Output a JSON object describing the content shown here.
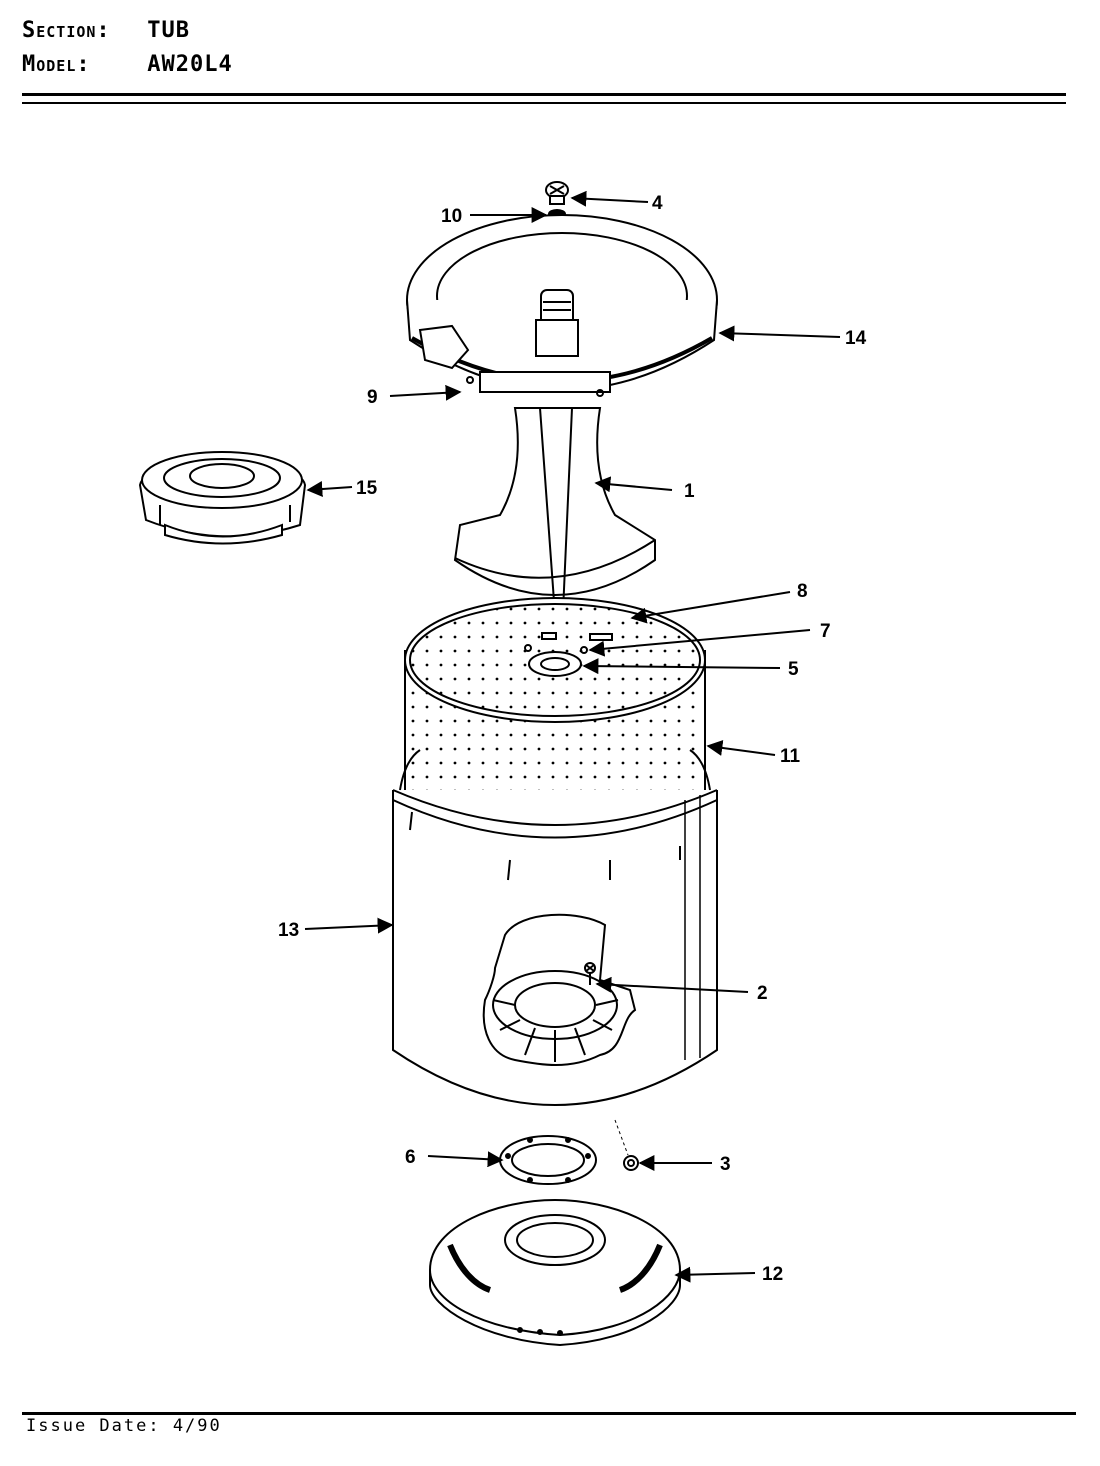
{
  "header": {
    "section_label": "Section:",
    "section_value": "TUB",
    "model_label": "Model:",
    "model_value": "AW20L4"
  },
  "footer": {
    "issue_date": "Issue Date: 4/90"
  },
  "callouts": {
    "c1": "1",
    "c2": "2",
    "c3": "3",
    "c4": "4",
    "c5": "5",
    "c6": "6",
    "c7": "7",
    "c8": "8",
    "c9": "9",
    "c10": "10",
    "c11": "11",
    "c12": "12",
    "c13": "13",
    "c14": "14",
    "c15": "15"
  }
}
